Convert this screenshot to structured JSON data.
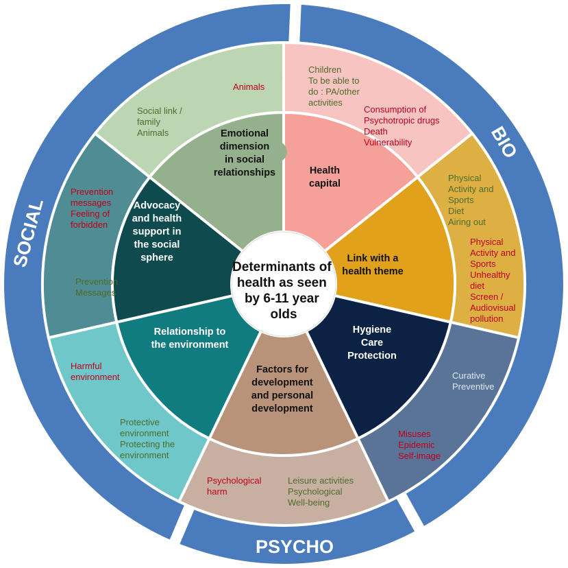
{
  "center_title": [
    "Determinants of",
    "health as seen",
    "by 6-11 year",
    "olds"
  ],
  "outer_ring": {
    "bio": "BIO",
    "social": "SOCIAL",
    "psycho": "PSYCHO",
    "color": "#4a7bbd"
  },
  "colors": {
    "red_text": "#c0001a",
    "green_text": "#4f6a2a",
    "light_text": "#dde7f0"
  },
  "segments": [
    {
      "id": "health-capital",
      "title": [
        "Health",
        "capital"
      ],
      "inner_color": "#f5a19a",
      "outer_color": "#f7c4c2",
      "labels": [
        {
          "lines": [
            "Children",
            "To be able  to",
            "do  : PA/other",
            "activities"
          ],
          "tone": "green"
        },
        {
          "lines": [
            "Consumption of",
            "Psychotropic drugs",
            "Death",
            "Vulnerability"
          ],
          "tone": "red"
        }
      ]
    },
    {
      "id": "link-health-theme",
      "title": [
        "Link with a",
        "health theme"
      ],
      "inner_color": "#e1a11a",
      "outer_color": "#ddb044",
      "labels": [
        {
          "lines": [
            "Physical",
            "Activity and",
            "Sports",
            "Diet",
            "Airing out"
          ],
          "tone": "green"
        },
        {
          "lines": [
            "Physical",
            "Activity and",
            "Sports",
            "Unhealthy",
            "diet",
            "Screen /",
            "Audiovisual",
            "pollution"
          ],
          "tone": "red"
        }
      ]
    },
    {
      "id": "hygiene-care",
      "title": [
        "Hygiene",
        "Care",
        "Protection"
      ],
      "inner_color": "#0c2244",
      "outer_color": "#5a7497",
      "labels": [
        {
          "lines": [
            "Curative",
            "Preventive"
          ],
          "tone": "light"
        },
        {
          "lines": [
            "Misuses",
            "Epidemic",
            "Self-image"
          ],
          "tone": "red"
        }
      ]
    },
    {
      "id": "factors-development",
      "title": [
        "Factors for",
        "development",
        "and personal",
        "development"
      ],
      "inner_color": "#b89379",
      "outer_color": "#c7b0a2",
      "labels": [
        {
          "lines": [
            "Psychological",
            "harm"
          ],
          "tone": "red"
        },
        {
          "lines": [
            "Leisure activities",
            "Psychological",
            "Well-being"
          ],
          "tone": "green"
        }
      ]
    },
    {
      "id": "relationship-environment",
      "title": [
        "Relationship to",
        "the environment"
      ],
      "inner_color": "#117c80",
      "outer_color": "#6fc7c9",
      "labels": [
        {
          "lines": [
            "Harmful",
            "environment"
          ],
          "tone": "red"
        },
        {
          "lines": [
            "Protective",
            "environment",
            "Protecting the",
            "environment"
          ],
          "tone": "green"
        }
      ]
    },
    {
      "id": "advocacy-support",
      "title": [
        "Advocacy",
        "and health",
        "support in",
        "the social",
        "sphere"
      ],
      "inner_color": "#0f4a4f",
      "outer_color": "#4f8c93",
      "labels": [
        {
          "lines": [
            "Prevention",
            "messages",
            "Feeling of",
            "forbidden"
          ],
          "tone": "red"
        },
        {
          "lines": [
            "Prevention",
            "Messages"
          ],
          "tone": "green"
        }
      ]
    },
    {
      "id": "emotional-dimension",
      "title": [
        "Emotional",
        "dimension",
        "in social",
        "relationships"
      ],
      "inner_color": "#94b08c",
      "outer_color": "#bcd6b4",
      "labels": [
        {
          "lines": [
            "Animals"
          ],
          "tone": "red"
        },
        {
          "lines": [
            "Social link /",
            "family",
            "Animals"
          ],
          "tone": "green"
        }
      ]
    }
  ]
}
